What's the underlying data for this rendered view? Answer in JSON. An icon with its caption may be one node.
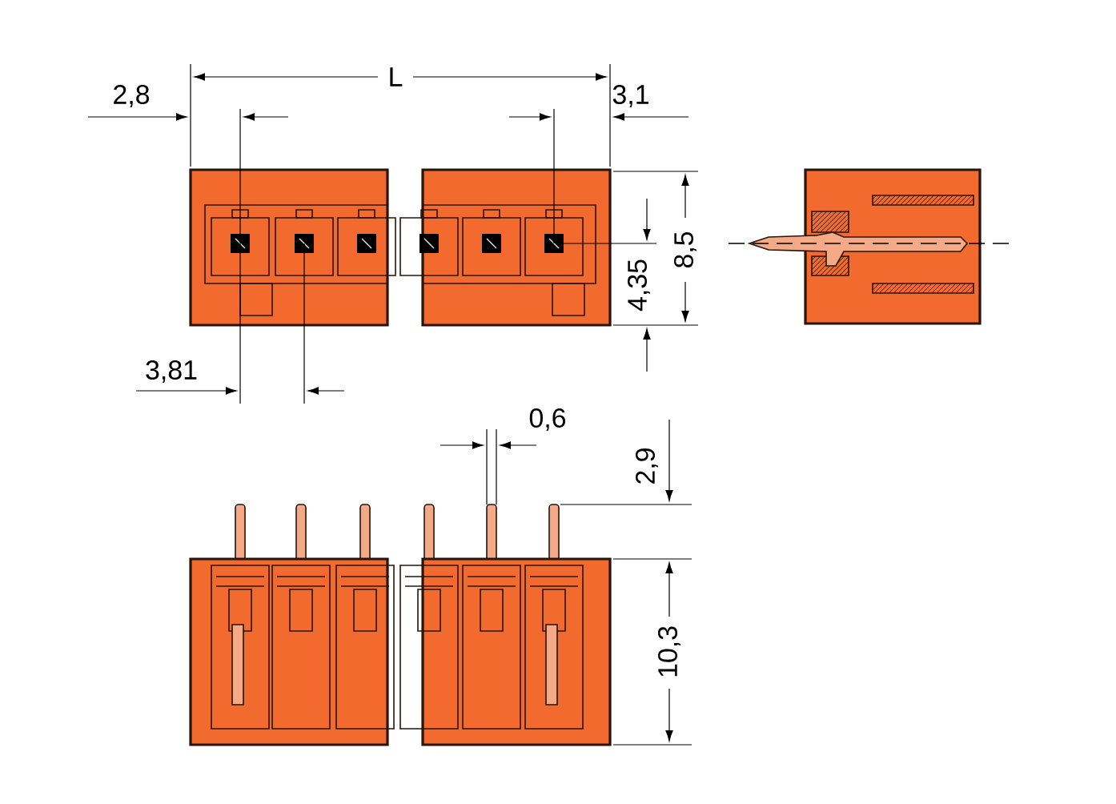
{
  "diagram": {
    "labels": [
      "2,8",
      "L",
      "3,1",
      "4,35",
      "8,5",
      "3,81",
      "0,6",
      "2,9",
      "10,3"
    ]
  }
}
